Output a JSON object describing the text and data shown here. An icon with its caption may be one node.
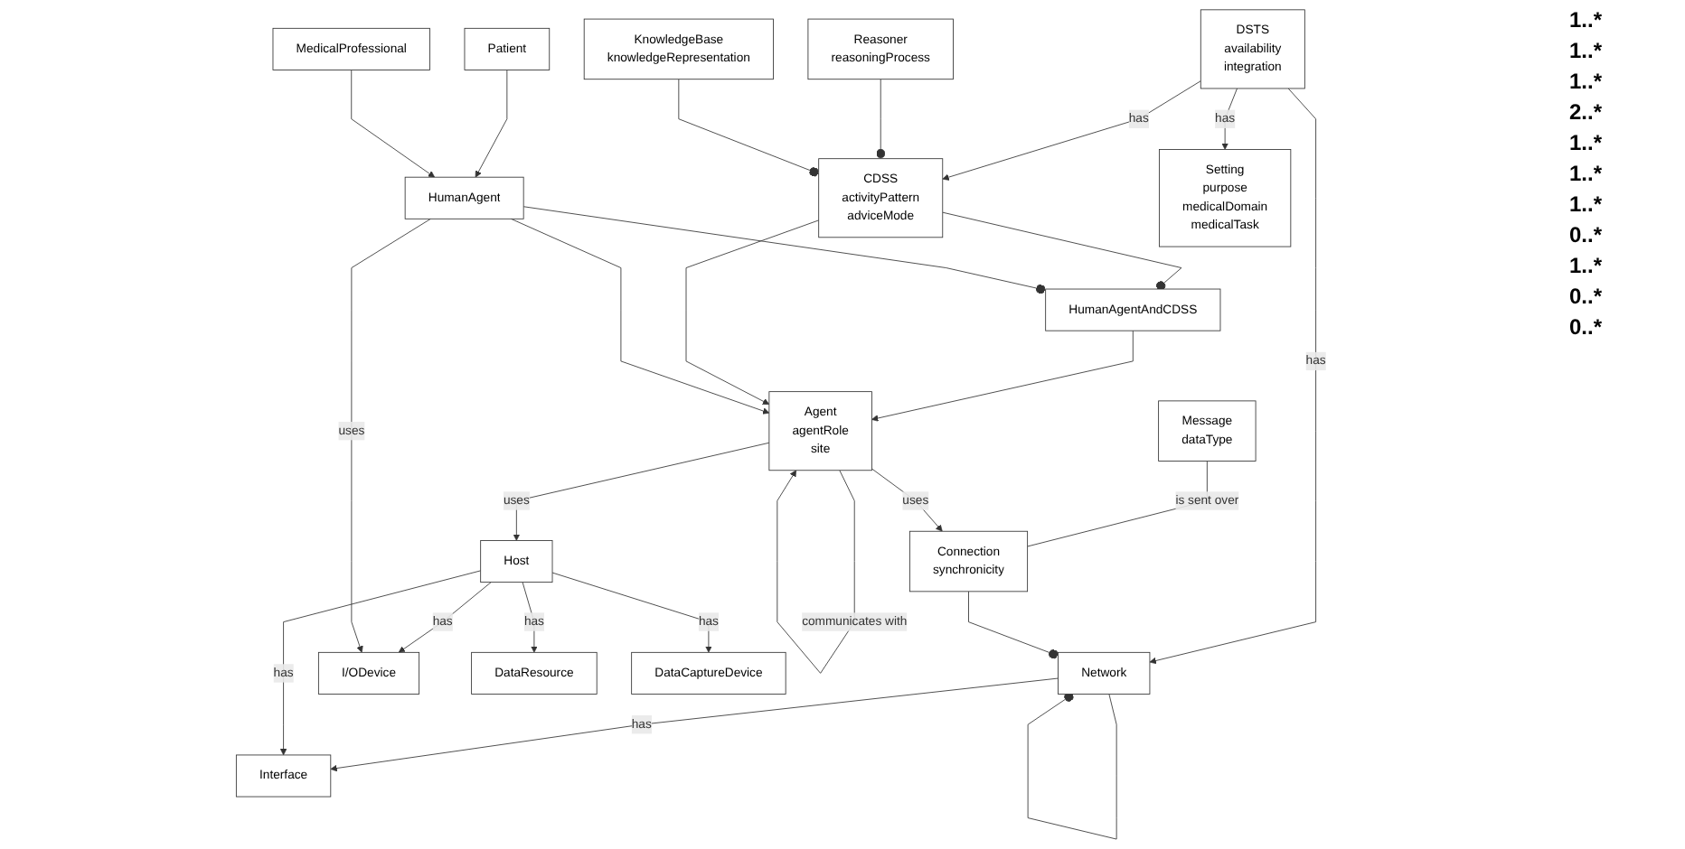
{
  "diagram": {
    "nodes": [
      {
        "text": [
          "DSTS",
          "availability",
          "integration"
        ]
      },
      {
        "text": [
          "Setting",
          "purpose",
          "medicalDomain",
          "medicalTask"
        ]
      },
      {
        "text": [
          "Network"
        ]
      },
      {
        "text": [
          "Connection",
          "synchronicity"
        ]
      },
      {
        "text": [
          "CDSS",
          "activityPattern",
          "adviceMode"
        ]
      },
      {
        "text": [
          "Interface"
        ]
      },
      {
        "text": [
          "HumanAgentAndCDSS"
        ]
      },
      {
        "text": [
          "Reasoner",
          "reasoningProcess"
        ]
      },
      {
        "text": [
          "Message",
          "dataType"
        ]
      },
      {
        "text": [
          "KnowledgeBase",
          "knowledgeRepresentation"
        ]
      },
      {
        "text": [
          "Host"
        ]
      },
      {
        "text": [
          "Agent",
          "agentRole",
          "site"
        ]
      },
      {
        "text": [
          "I/ODevice"
        ]
      },
      {
        "text": [
          "HumanAgent"
        ]
      },
      {
        "text": [
          "DataResource"
        ]
      },
      {
        "text": [
          "Patient"
        ]
      },
      {
        "text": [
          "MedicalProfessional"
        ]
      },
      {
        "text": [
          "DataCaptureDevice"
        ]
      }
    ],
    "edges": [
      {
        "from": 0,
        "to": 2,
        "arrow": "to",
        "label": "has"
      },
      {
        "from": 0,
        "to": 1,
        "arrow": "to",
        "label": "has"
      },
      {
        "from": 0,
        "to": 4,
        "arrow": "to",
        "label": "has"
      },
      {
        "from": 2,
        "to": 2,
        "arrow": "other"
      },
      {
        "from": 3,
        "to": 2,
        "arrow": "other"
      },
      {
        "from": 2,
        "to": 5,
        "arrow": "to",
        "label": "has"
      },
      {
        "from": 10,
        "to": 5,
        "arrow": "to",
        "label": "has"
      },
      {
        "from": 8,
        "to": 3,
        "arrow": "none",
        "label": "is sent over"
      },
      {
        "from": 11,
        "to": 3,
        "arrow": "to",
        "label": "uses"
      },
      {
        "from": 4,
        "to": 6,
        "arrow": "other"
      },
      {
        "from": 7,
        "to": 4,
        "arrow": "other"
      },
      {
        "from": 9,
        "to": 4,
        "arrow": "other"
      },
      {
        "from": 11,
        "to": 11,
        "arrow": "to",
        "label": "communicates with"
      },
      {
        "from": 6,
        "to": 11,
        "arrow": "to"
      },
      {
        "from": 4,
        "to": 11,
        "arrow": "to"
      },
      {
        "from": 13,
        "to": 6,
        "arrow": "other"
      },
      {
        "from": 13,
        "to": 11,
        "arrow": "to"
      },
      {
        "from": 11,
        "to": 10,
        "arrow": "to",
        "label": "uses"
      },
      {
        "from": 10,
        "to": 12,
        "arrow": "to",
        "label": "has"
      },
      {
        "from": 13,
        "to": 12,
        "arrow": "to",
        "label": "uses"
      },
      {
        "from": 10,
        "to": 14,
        "arrow": "to",
        "label": "has"
      },
      {
        "from": 10,
        "to": 17,
        "arrow": "to",
        "label": "has"
      },
      {
        "from": 15,
        "to": 13,
        "arrow": "to"
      },
      {
        "from": 16,
        "to": 13,
        "arrow": "to"
      }
    ],
    "labels": [
      "1..*",
      "1..*",
      "1..*",
      "2..*",
      "1..*",
      "1..*",
      "1..*",
      "0..*",
      "1..*",
      "0..*",
      "0..*"
    ]
  }
}
